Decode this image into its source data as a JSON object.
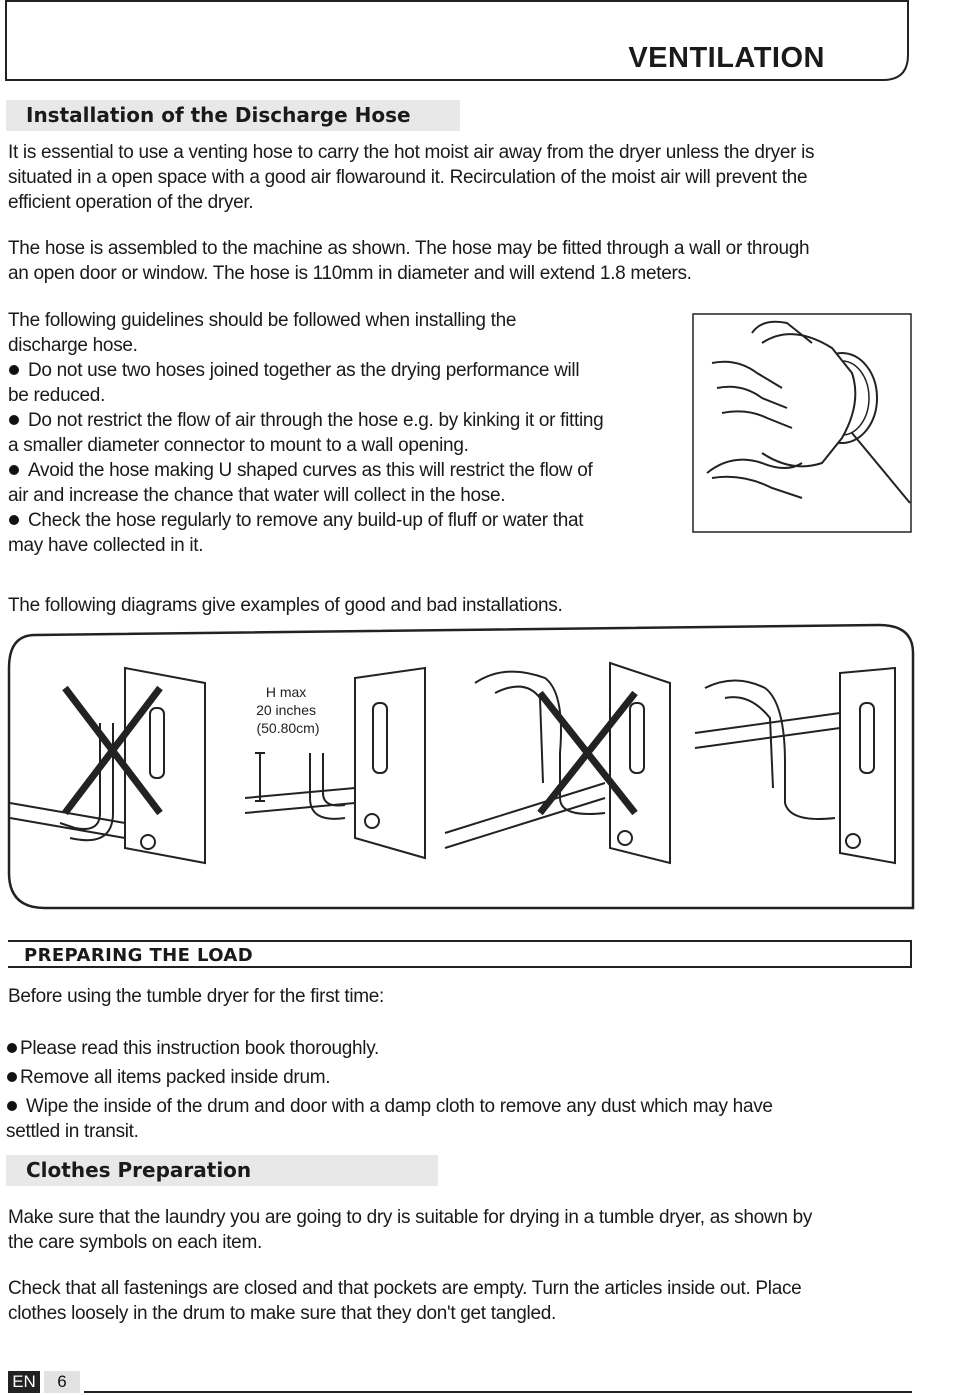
{
  "header": {
    "title": "VENTILATION"
  },
  "discharge": {
    "heading": "Installation of the Discharge Hose",
    "para1": [
      "It is essential to use a venting hose to carry the hot moist air away from the dryer unless the dryer is",
      "situated in a open space with a good air flowaround it. Recirculation of the moist air will prevent the",
      "efficient operation of the dryer."
    ],
    "para2": [
      "The hose is assembled to the machine as shown. The hose may be fitted through a wall or through",
      "an open door or window. The hose is 110mm in diameter and will extend 1.8 meters."
    ],
    "guidelines_intro": [
      "The following guidelines should be followed when installing the",
      "discharge hose."
    ],
    "bullets": [
      [
        "Do not use two hoses joined together as the drying performance will",
        "be reduced."
      ],
      [
        "Do not restrict the flow of air through the hose e.g. by kinking it or fitting",
        "a smaller diameter connector to mount to a wall opening."
      ],
      [
        "Avoid the hose making U shaped curves as this will restrict the flow of",
        "air and increase the chance that water will collect in the hose."
      ],
      [
        "Check the hose regularly to remove any build-up of fluff or water that",
        "may have collected in it."
      ]
    ],
    "diagrams_intro": "The following diagrams give examples of good and bad installations.",
    "height_label": [
      "H max",
      "20 inches",
      "(50.80cm)"
    ]
  },
  "preparing": {
    "heading": "PREPARING THE LOAD",
    "intro": "Before using the tumble dryer for the first time:",
    "bullets": [
      [
        "Please read this instruction book thoroughly."
      ],
      [
        "Remove all items packed inside drum."
      ],
      [
        "Wipe the inside of the drum and door with a damp cloth  to remove any dust which may have",
        "settled in transit."
      ]
    ]
  },
  "clothes": {
    "heading": "Clothes Preparation",
    "para1": [
      "Make sure that the laundry you are going to dry is suitable for drying in a tumble dryer, as shown by",
      "the care symbols on each item."
    ],
    "para2": [
      "Check that all fastenings are closed and that pockets are empty. Turn the articles inside out. Place",
      "clothes loosely in the drum to make sure that they don't get tangled."
    ]
  },
  "footer": {
    "lang": "EN",
    "page": "6"
  }
}
